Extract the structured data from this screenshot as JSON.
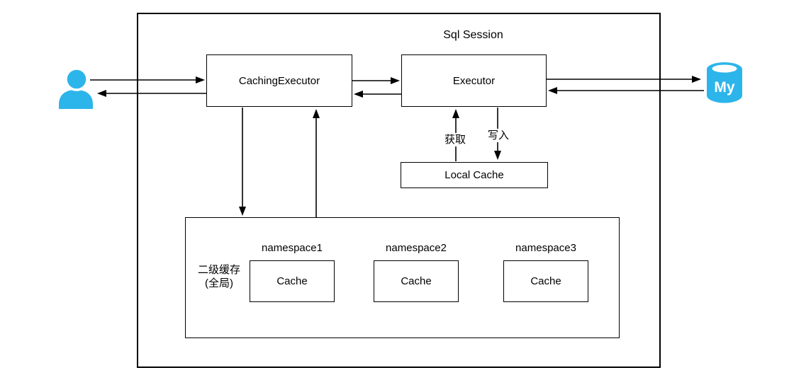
{
  "diagram": {
    "title": "Sql Session",
    "nodes": {
      "caching_executor": "CachingExecutor",
      "executor": "Executor",
      "local_cache": "Local Cache"
    },
    "second_level_cache": {
      "label_line1": "二级缓存",
      "label_line2": "(全局)",
      "namespaces": [
        {
          "name": "namespace1",
          "cache": "Cache"
        },
        {
          "name": "namespace2",
          "cache": "Cache"
        },
        {
          "name": "namespace3",
          "cache": "Cache"
        }
      ]
    },
    "edge_labels": {
      "get": "获取",
      "write": "写入"
    },
    "database": {
      "label": "My"
    },
    "colors": {
      "icon_blue": "#2CB5EA",
      "line": "#000000",
      "background": "#FFFFFF"
    }
  }
}
